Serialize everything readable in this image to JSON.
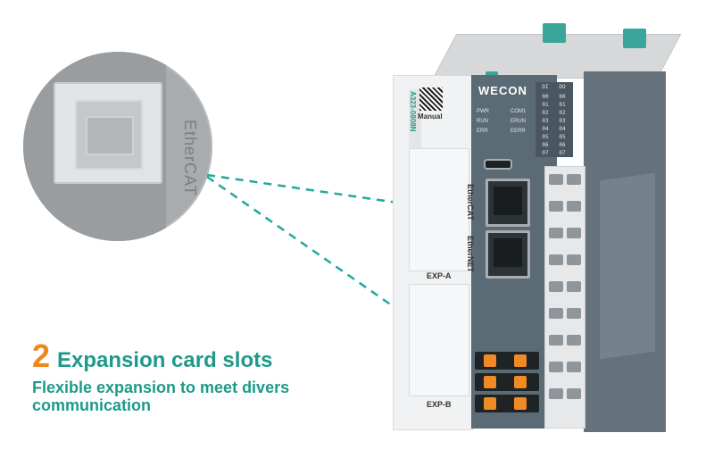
{
  "zoom": {
    "label": "EtherCAT"
  },
  "heading": {
    "number": "2",
    "text": "Expansion card slots"
  },
  "description": "Flexible expansion to meet divers communication",
  "device": {
    "brand": "WECON",
    "model": "A323-0808N",
    "manual_label": "Manual",
    "led_left": [
      "PWR",
      "RUN",
      "ERR"
    ],
    "led_right": [
      "COM1",
      "ERUN",
      "EERR"
    ],
    "di_label": "DI",
    "do_label": "DO",
    "io_numbers": [
      "00",
      "01",
      "02",
      "03",
      "04",
      "05",
      "06",
      "07"
    ],
    "port1_label": "EtherCAT",
    "port2_label": "EtherNET",
    "slot_a_label": "EXP-A",
    "slot_b_label": "EXP-B",
    "colors": {
      "accent": "#1d9a8a",
      "number": "#f0861e",
      "clip": "#3aa59a"
    }
  }
}
